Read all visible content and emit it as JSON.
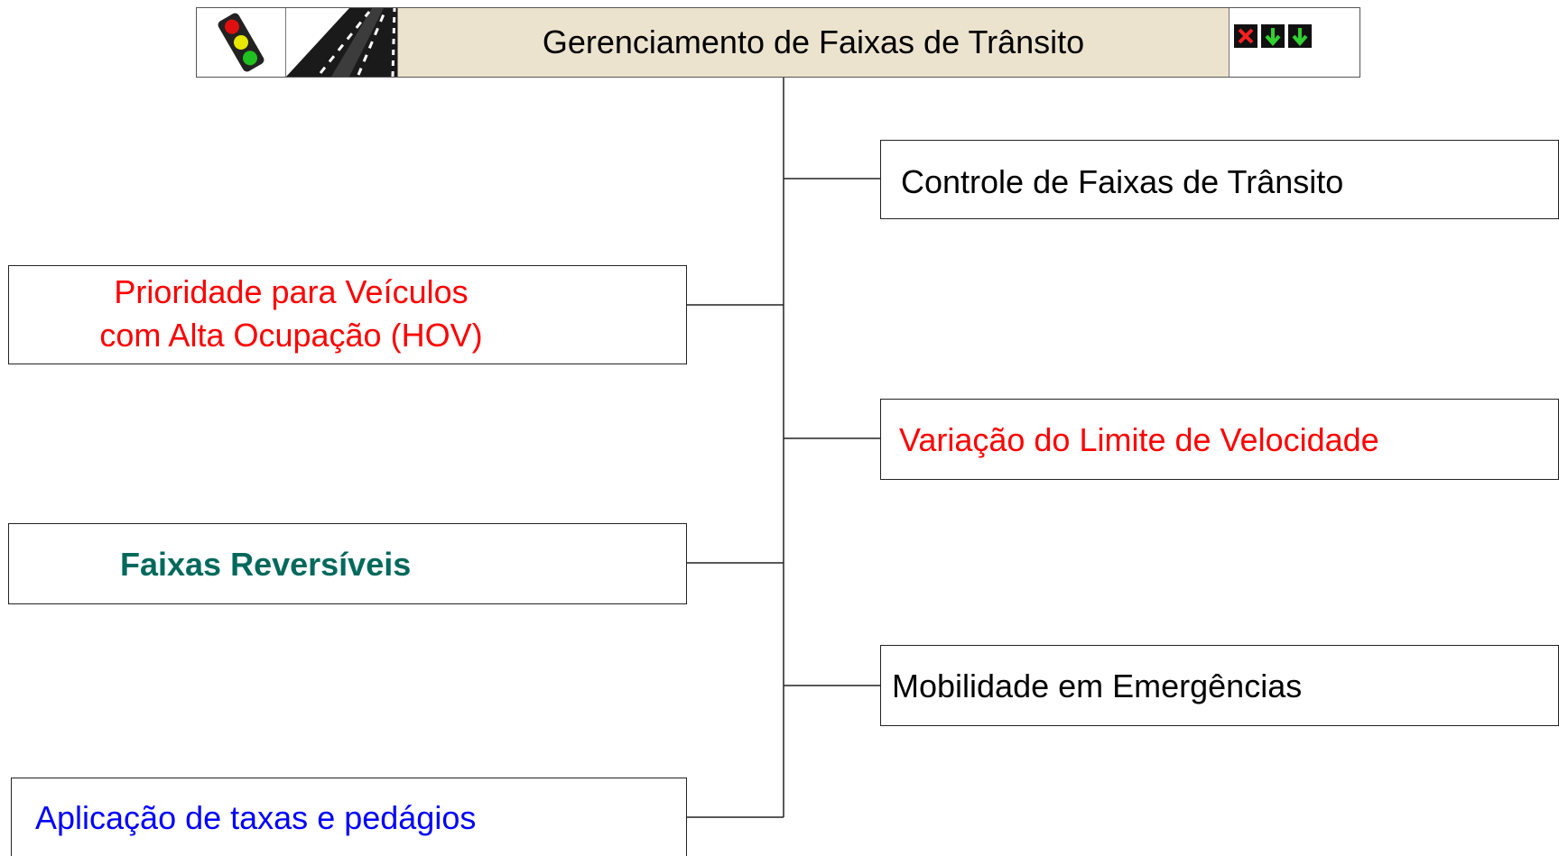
{
  "header": {
    "title": "Gerenciamento de Faixas de Trânsito",
    "icons": [
      "traffic-light-icon",
      "road-icon",
      "lane-control-signal-icon"
    ]
  },
  "nodes": {
    "controle": "Controle de Faixas de Trânsito",
    "prioridade": [
      "Prioridade para Veículos",
      "com Alta Ocupação (HOV)"
    ],
    "variacao": "Variação do Limite de Velocidade",
    "reversiveis": "Faixas Reversíveis",
    "mobilidade": "Mobilidade em Emergências",
    "aplicacao": "Aplicação de taxas e pedágios"
  },
  "colors": {
    "header_band": "#ece3ce",
    "red_text": "#ff0000",
    "teal_text": "#00695c",
    "blue_text": "#0000ff",
    "black_text": "#000000"
  }
}
